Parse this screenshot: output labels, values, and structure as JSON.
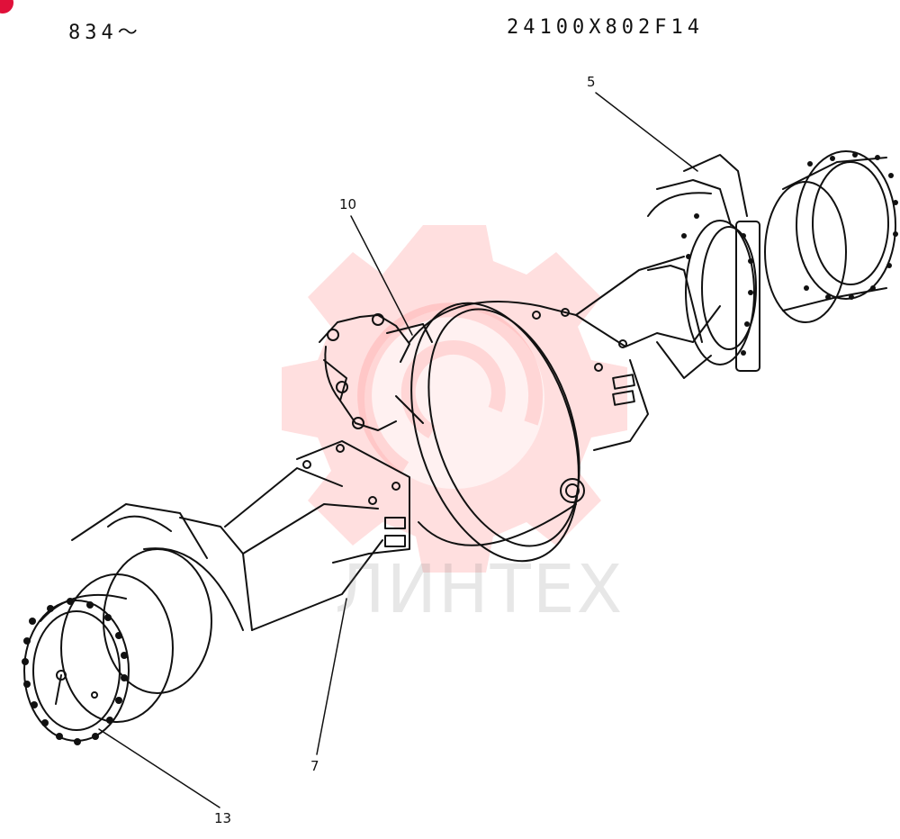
{
  "header": {
    "serial_range": "834～",
    "part_number": "24100X802F14"
  },
  "callouts": {
    "c5": "5",
    "c10": "10",
    "c7": "7",
    "c13": "13"
  },
  "watermark": {
    "text": "ЛИНТЕХ",
    "color": "#ff3b3b"
  },
  "colors": {
    "line": "#111111",
    "badge": "#e0103a"
  }
}
